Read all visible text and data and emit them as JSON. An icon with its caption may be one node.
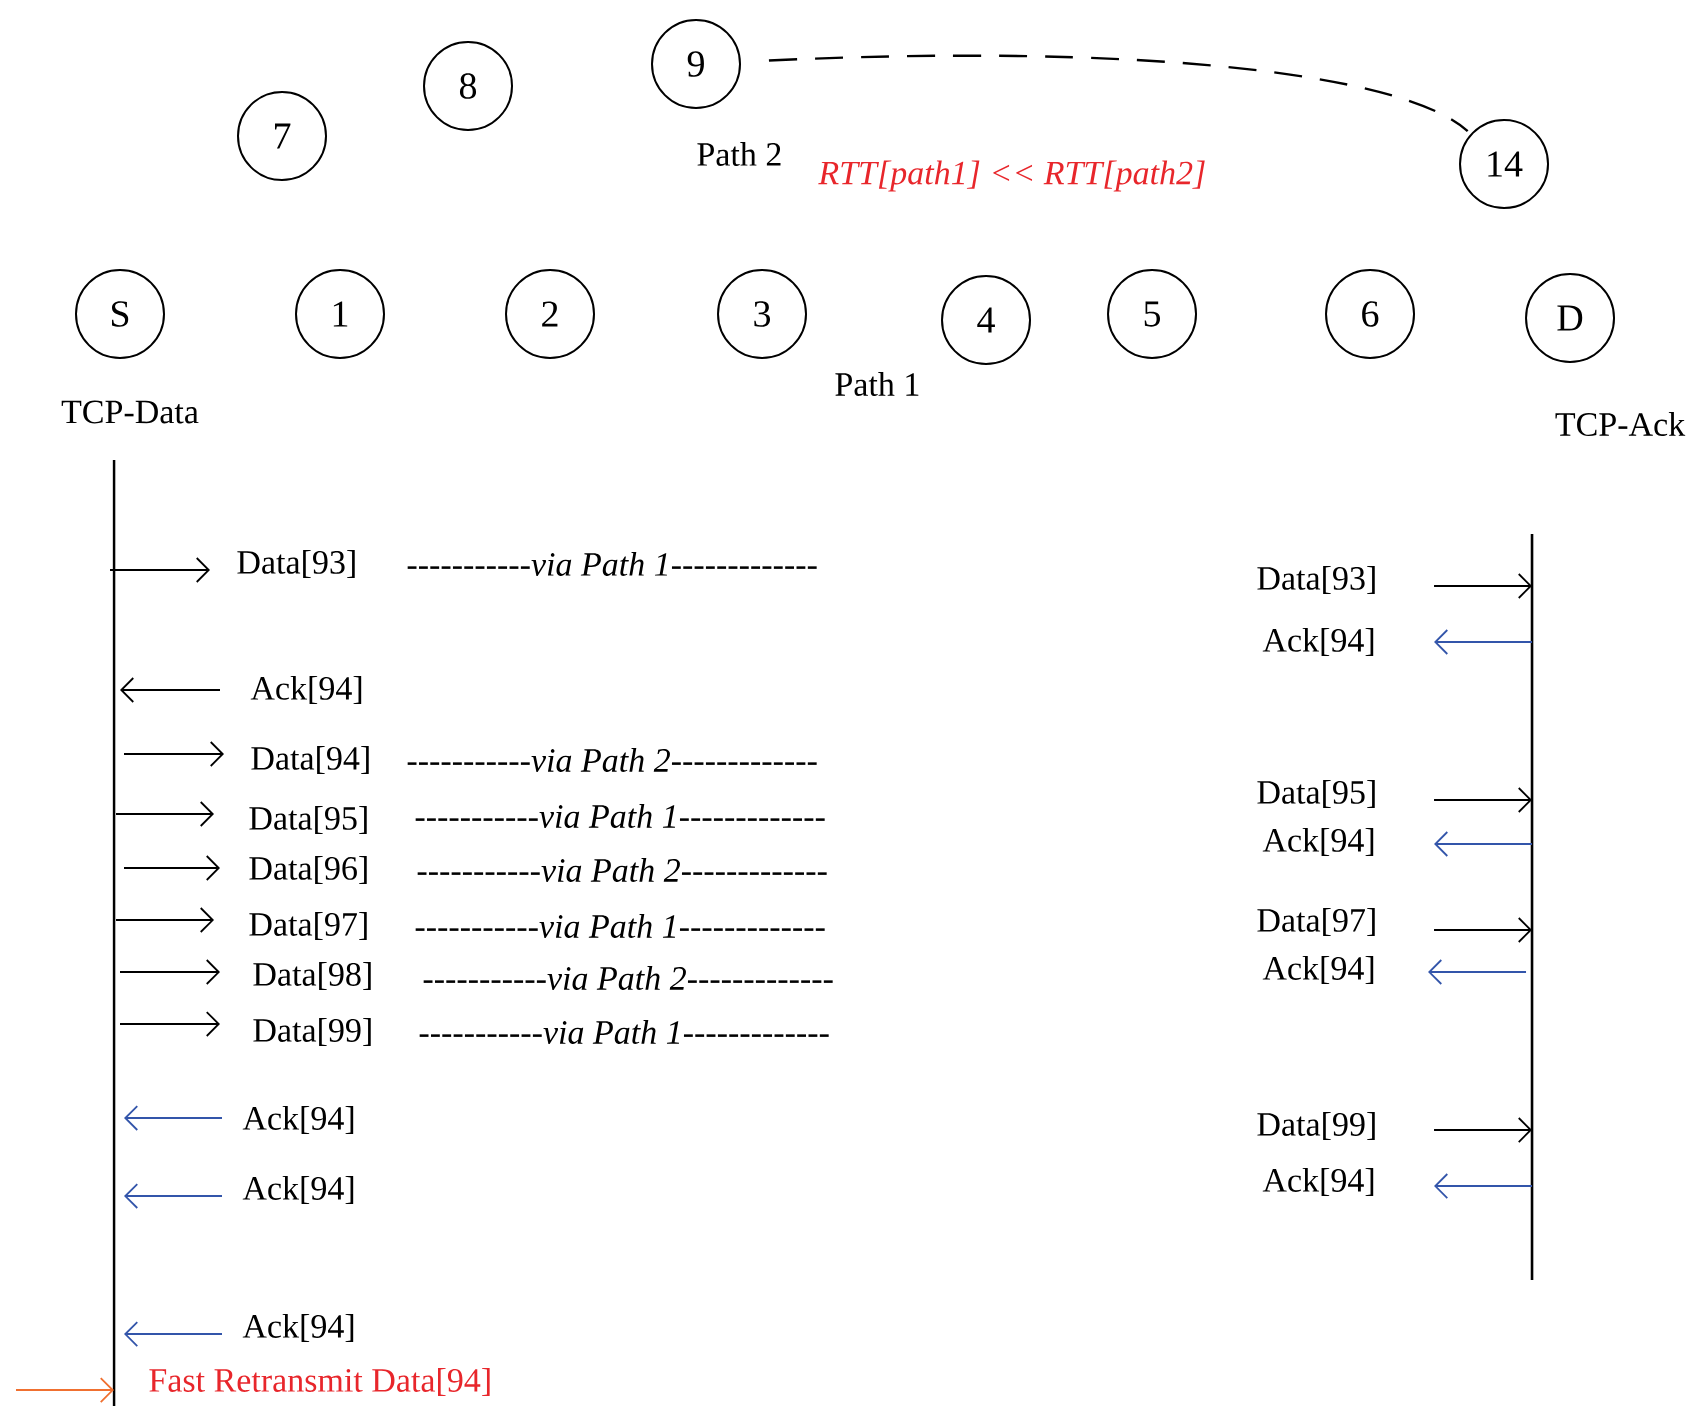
{
  "diagram": {
    "nodes": [
      {
        "text": [
          "7"
        ]
      },
      {
        "text": [
          "8"
        ]
      },
      {
        "text": [
          "9"
        ]
      },
      {
        "text": [
          "14"
        ]
      },
      {
        "text": [
          "S"
        ],
        "beside": [
          "TCP-Data"
        ]
      },
      {
        "text": [
          "1"
        ]
      },
      {
        "text": [
          "2"
        ]
      },
      {
        "text": [
          "3"
        ]
      },
      {
        "text": [
          "4"
        ]
      },
      {
        "text": [
          "5"
        ]
      },
      {
        "text": [
          "6"
        ]
      },
      {
        "text": [
          "D"
        ],
        "beside": [
          "TCP-Ack"
        ]
      }
    ],
    "edges": [
      {
        "from": 2,
        "to": 3,
        "arrow": "none",
        "style": "dashed"
      }
    ],
    "labels": [
      "Path 2",
      "RTT[path1] << RTT[path2]",
      "Path 1",
      "Data[93]",
      "-----------*via Path 1*-------------",
      "Data[93]",
      "Ack[94]",
      "Ack[94]",
      "Data[94]",
      "-----------*via Path 2*-------------",
      "Data[95]",
      "Data[95]",
      "-----------*via Path 1*-------------",
      "Ack[94]",
      "Data[96]",
      "-----------*via Path 2*-------------",
      "Data[97]",
      "Data[97]",
      "-----------*via Path 1*-------------",
      "Ack[94]",
      "Data[98]",
      "-----------*via Path 2*-------------",
      "Data[99]",
      "-----------*via Path 1*-------------",
      "Ack[94]",
      "Data[99]",
      "Ack[94]",
      "Ack[94]",
      "Ack[94]",
      "Fast Retransmit Data[94]"
    ]
  }
}
